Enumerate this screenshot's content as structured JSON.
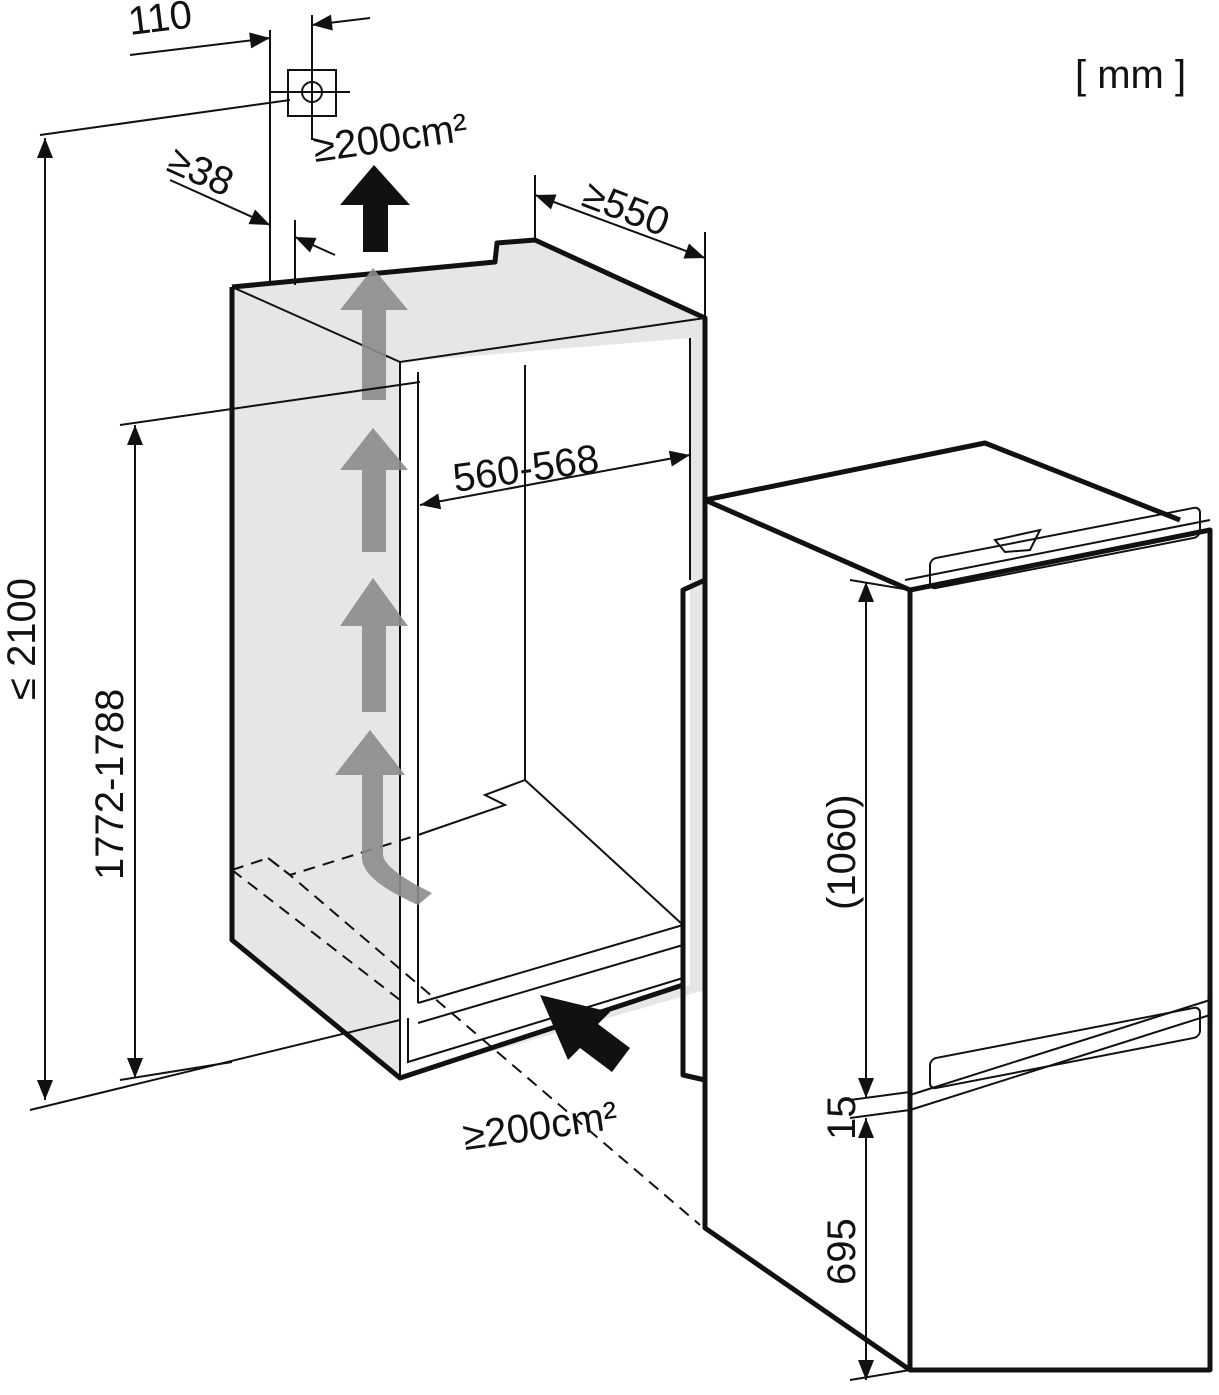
{
  "unit_label": "[ mm ]",
  "dimensions": {
    "vent_offset": "110",
    "top_vent_area": "≥200cm²",
    "rear_gap": "≥38",
    "niche_depth": "≥550",
    "niche_width": "560-568",
    "max_height": "≤ 2100",
    "niche_height": "1772-1788",
    "upper_door": "(1060)",
    "door_gap": "15",
    "lower_door": "695",
    "bottom_vent_area": "≥200cm²"
  },
  "colors": {
    "line": "#111111",
    "panel_fill": "#e6e6e6",
    "airflow_arrow": "#8c8c8c"
  }
}
